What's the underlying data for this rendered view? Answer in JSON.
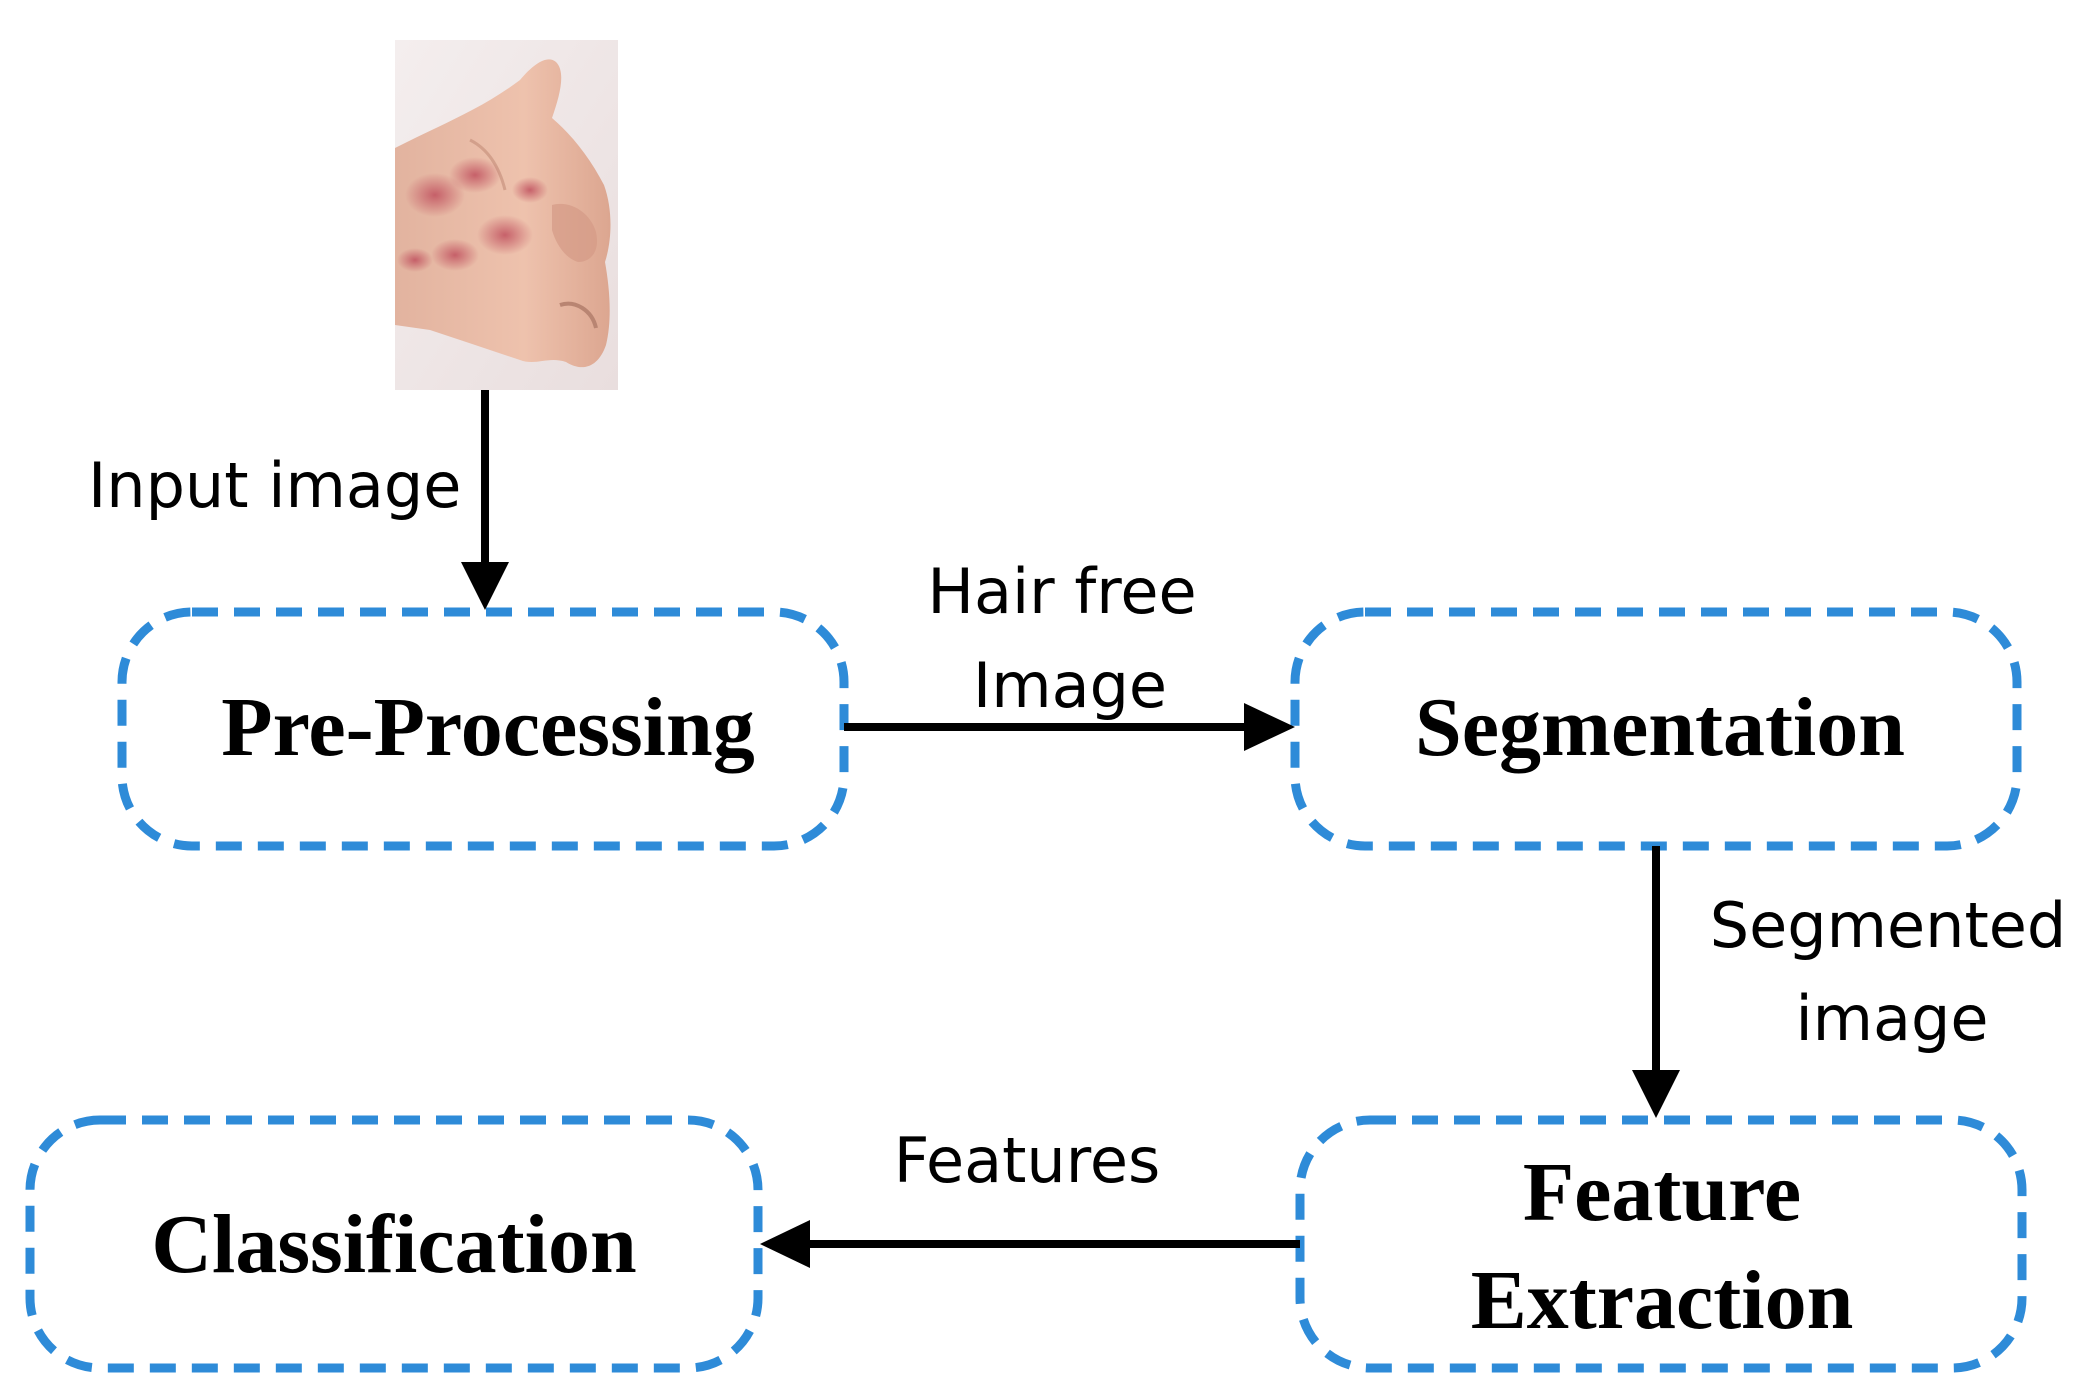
{
  "colors": {
    "box_border": "#2e8bd8",
    "arrow": "#000000",
    "text": "#000000",
    "background": "#ffffff"
  },
  "input_image": {
    "icon": "hand-skin-lesion-photo"
  },
  "nodes": {
    "preprocessing": {
      "label": "Pre-Processing"
    },
    "segmentation": {
      "label": "Segmentation"
    },
    "feature_extraction": {
      "label_line1": "Feature",
      "label_line2": "Extraction"
    },
    "classification": {
      "label": "Classification"
    }
  },
  "edges": {
    "input_to_preprocessing": {
      "label": "Input image"
    },
    "preprocessing_to_segmentation": {
      "label_line1": "Hair free",
      "label_line2": "Image"
    },
    "segmentation_to_feature_extraction": {
      "label_line1": "Segmented",
      "label_line2": "image"
    },
    "feature_extraction_to_classification": {
      "label": "Features"
    }
  }
}
